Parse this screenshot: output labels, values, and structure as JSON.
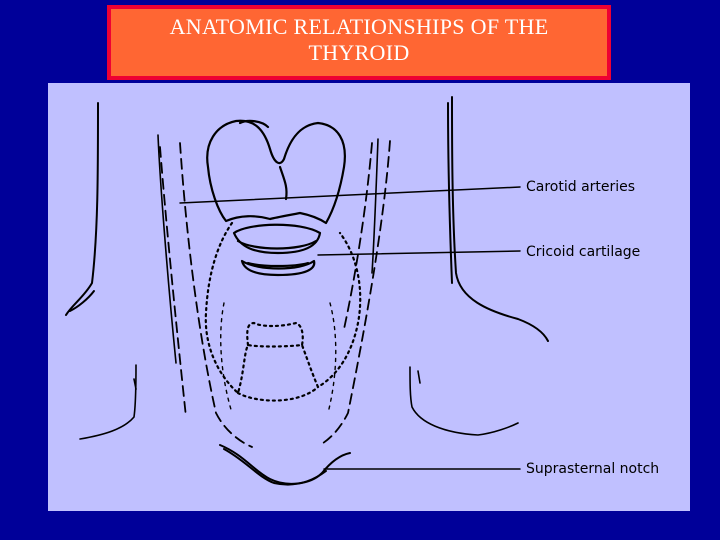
{
  "slide": {
    "title": "ANATOMIC RELATIONSHIPS OF THE THYROID",
    "colors": {
      "background": "#000099",
      "title_fill": "#ff6633",
      "title_border": "#ee0033",
      "title_text": "#ffffff",
      "diagram_background": "#c0c0ff",
      "line_art": "#000000"
    }
  },
  "diagram": {
    "labels": {
      "carotid": "Carotid arteries",
      "cricoid": "Cricoid cartilage",
      "suprasternal": "Suprasternal notch"
    }
  }
}
